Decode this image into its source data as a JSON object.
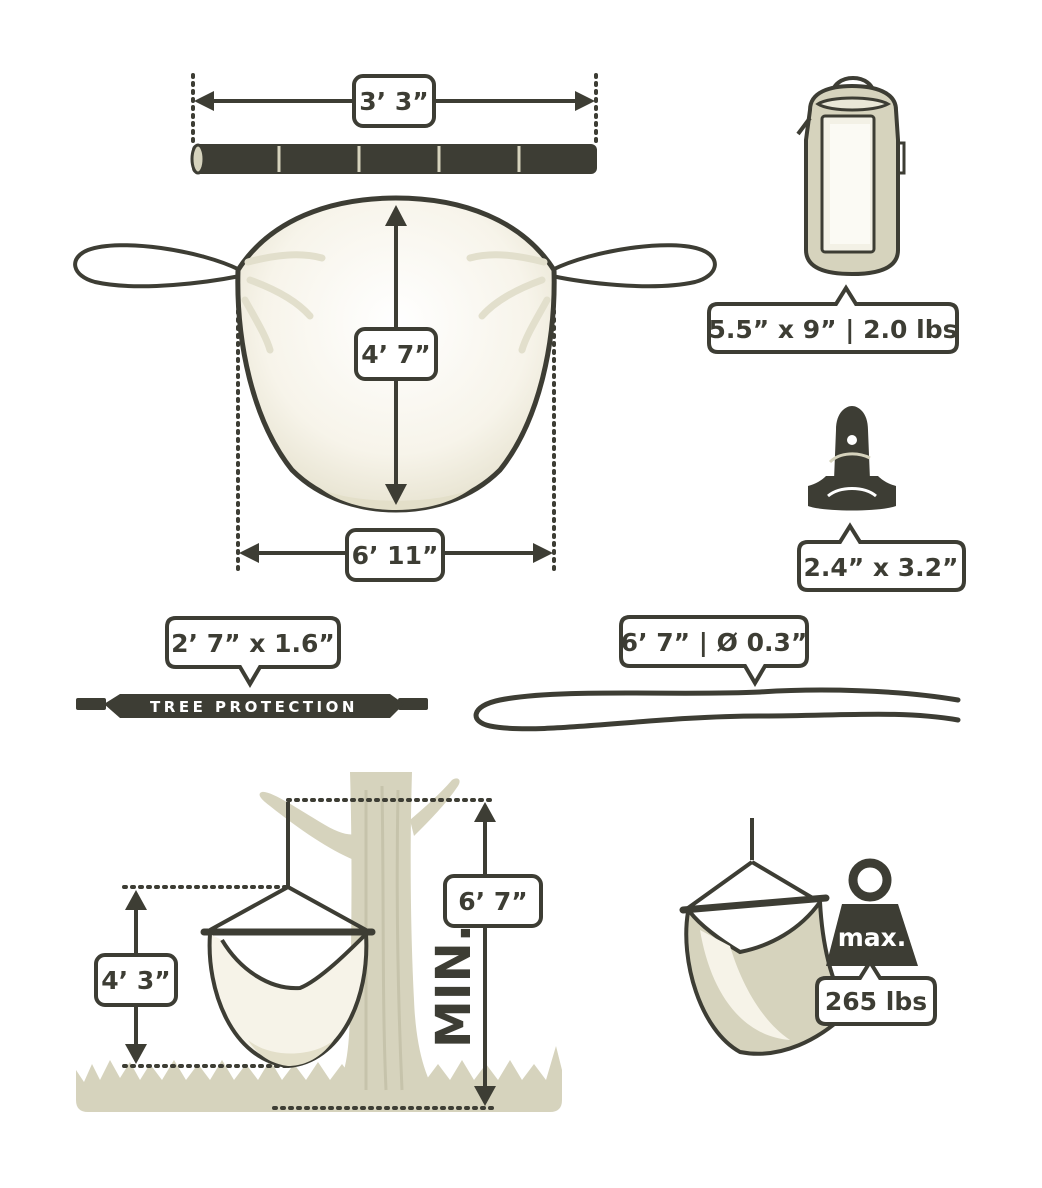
{
  "labels": {
    "pole_length": "3’ 3”",
    "seat_height": "4’ 7”",
    "seat_width": "6’ 11”",
    "bag_size": "5.5” x 9” | 2.0 lbs",
    "carabiner_size": "2.4” x 3.2”",
    "strap_size": "2’ 7” x 1.6”",
    "strap_text": "TREE PROTECTION",
    "rope_size": "6’ 7” | Ø 0.3”",
    "hang_height": "4’ 3”",
    "mount_height": "6’ 7”",
    "min_text": "MIN.",
    "max_text": "max.",
    "max_load": "265 lbs"
  },
  "colors": {
    "outline": "#3d3d34",
    "cream": "#f6f3e8",
    "beige": "#d6d3bd",
    "dotted": "#a8a8a0"
  }
}
